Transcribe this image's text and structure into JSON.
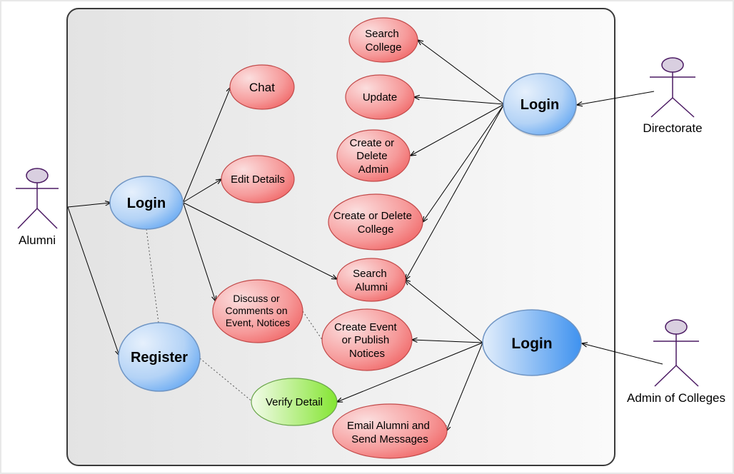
{
  "actors": {
    "alumni": "Alumni",
    "directorate": "Directorate",
    "admin_colleges": "Admin of Colleges"
  },
  "use_cases": {
    "login_alumni": "Login",
    "register": "Register",
    "chat": "Chat",
    "edit_details": "Edit Details",
    "discuss": [
      "Discuss or",
      "Comments on",
      "Event, Notices"
    ],
    "search_college": [
      "Search",
      "College"
    ],
    "update": "Update",
    "create_delete_admin": [
      "Create or",
      "Delete",
      "Admin"
    ],
    "create_delete_college": [
      "Create or Delete",
      "College"
    ],
    "search_alumni": [
      "Search",
      "Alumni"
    ],
    "create_event": [
      "Create Event",
      "or Publish",
      "Notices"
    ],
    "verify_detail": "Verify Detail",
    "email_alumni": [
      "Email Alumni and",
      "Send Messages"
    ],
    "login_directorate": "Login",
    "login_admin": "Login"
  },
  "colors": {
    "blue_light": "#dbe9fb",
    "blue_dark": "#5ea4f2",
    "red_light": "#fbd8d8",
    "red_dark": "#f06262",
    "green_light": "#eef9e2",
    "green_dark": "#8fe83e",
    "actor_head": "#d9cfe0",
    "actor_stroke": "#4b1a63"
  }
}
